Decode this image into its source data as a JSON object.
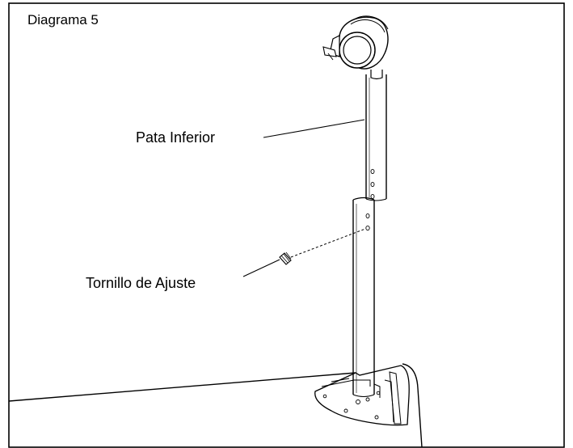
{
  "diagram": {
    "title": "Diagrama 5",
    "labels": {
      "lower_leg": "Pata Inferior",
      "adjust_screw": "Tornillo de Ajuste"
    }
  }
}
